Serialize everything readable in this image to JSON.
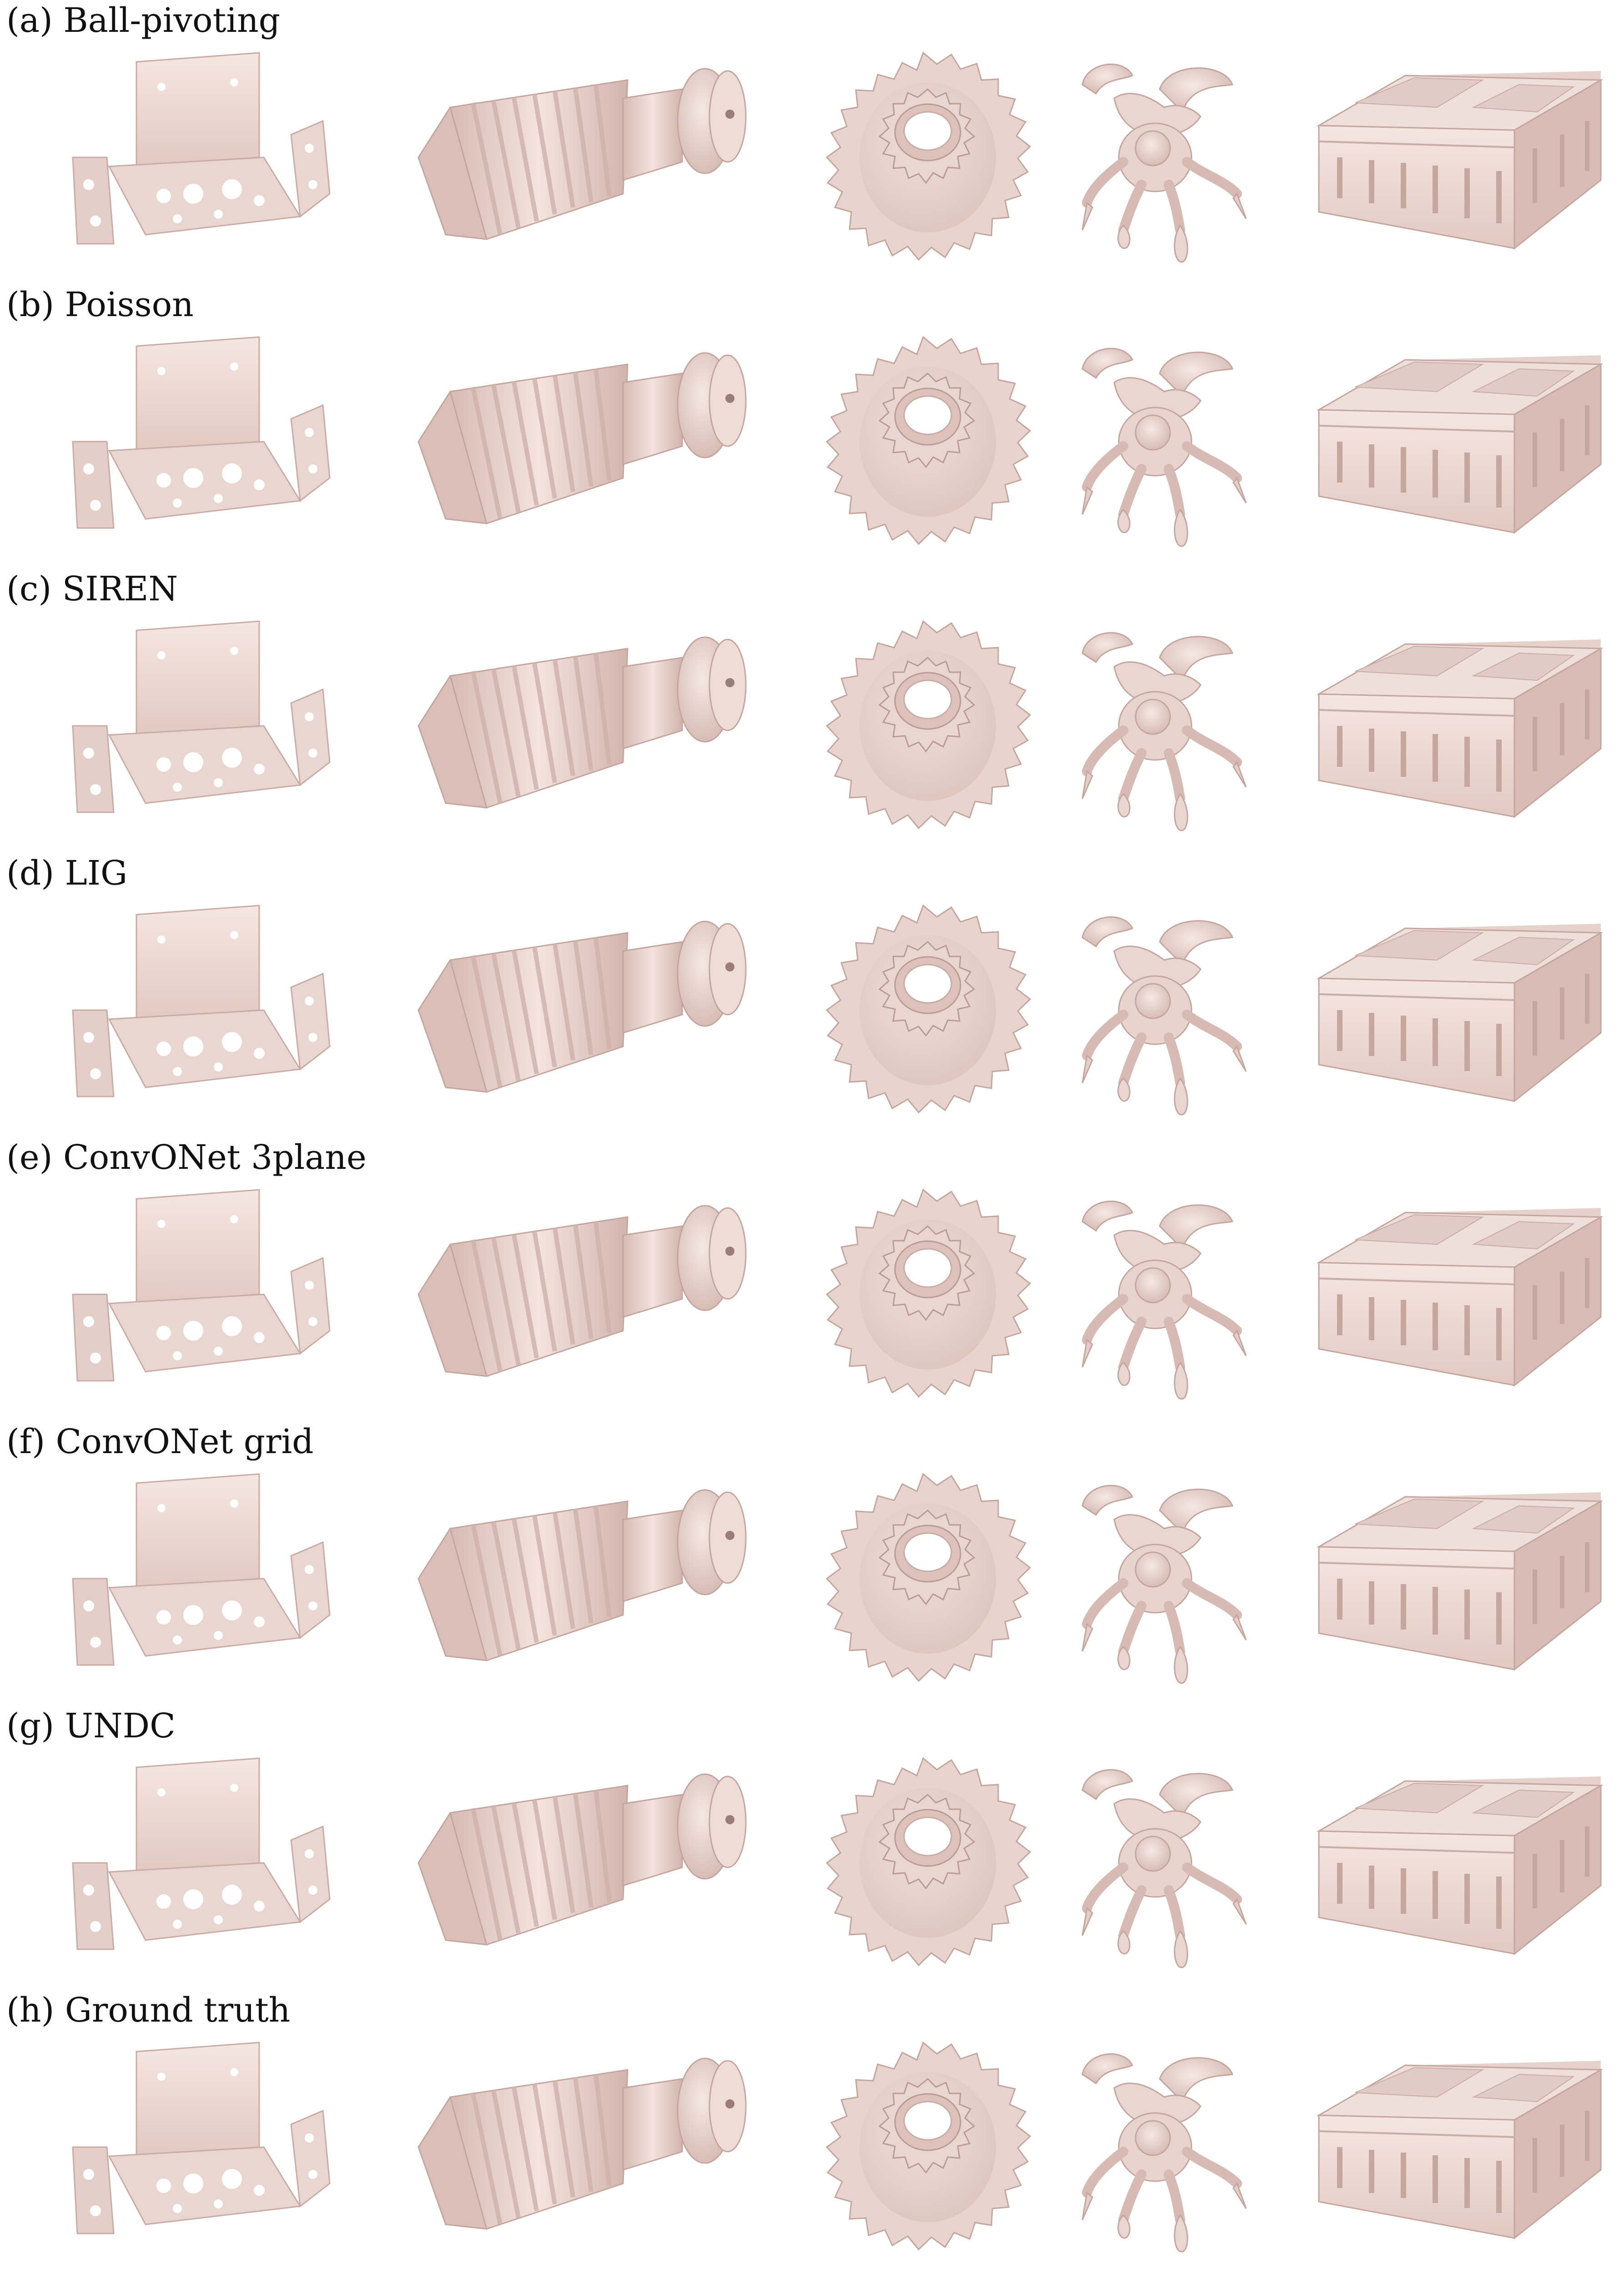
{
  "figure": {
    "rows": [
      {
        "label": "(a) Ball-pivoting"
      },
      {
        "label": "(b) Poisson"
      },
      {
        "label": "(c) SIREN"
      },
      {
        "label": "(d) LIG"
      },
      {
        "label": "(e) ConvONet 3plane"
      },
      {
        "label": "(f) ConvONet grid"
      },
      {
        "label": "(g) UNDC"
      },
      {
        "label": "(h) Ground truth"
      }
    ],
    "columns": [
      "bracket",
      "threaded-shaft",
      "gear",
      "creature",
      "building"
    ],
    "colors": {
      "mesh_light": "#f3e1dc",
      "mesh_mid": "#e7cfc9",
      "mesh_shadow": "#cdb1aa",
      "mesh_dark": "#b79790",
      "background": "#ffffff",
      "label_text": "#111111"
    }
  }
}
